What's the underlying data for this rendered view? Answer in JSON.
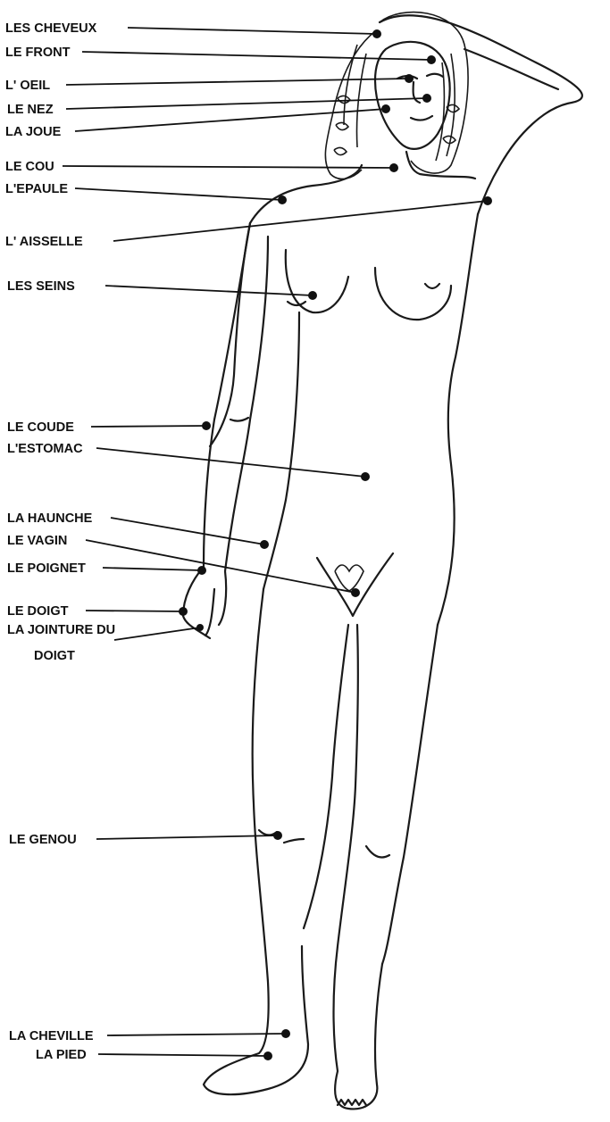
{
  "labels": [
    {
      "id": "cheveux",
      "text": "LES CHEVEUX"
    },
    {
      "id": "front",
      "text": "LE FRONT"
    },
    {
      "id": "oeil",
      "text": "L' OEIL"
    },
    {
      "id": "nez",
      "text": "LE NEZ"
    },
    {
      "id": "joue",
      "text": "LA JOUE"
    },
    {
      "id": "cou",
      "text": "LE COU"
    },
    {
      "id": "epaule",
      "text": "L'EPAULE"
    },
    {
      "id": "aisselle",
      "text": "L' AISSELLE"
    },
    {
      "id": "seins",
      "text": "LES SEINS"
    },
    {
      "id": "coude",
      "text": "LE COUDE"
    },
    {
      "id": "estomac",
      "text": "L'ESTOMAC"
    },
    {
      "id": "haunche",
      "text": "LA HAUNCHE"
    },
    {
      "id": "vagin",
      "text": "LE VAGIN"
    },
    {
      "id": "poignet",
      "text": "LE POIGNET"
    },
    {
      "id": "doigt",
      "text": "LE DOIGT"
    },
    {
      "id": "jointure",
      "text": "LA JOINTURE DU"
    },
    {
      "id": "jointure2",
      "text": "DOIGT"
    },
    {
      "id": "genou",
      "text": "LE GENOU"
    },
    {
      "id": "cheville",
      "text": "LA CHEVILLE"
    },
    {
      "id": "pied",
      "text": "LA PIED"
    }
  ]
}
